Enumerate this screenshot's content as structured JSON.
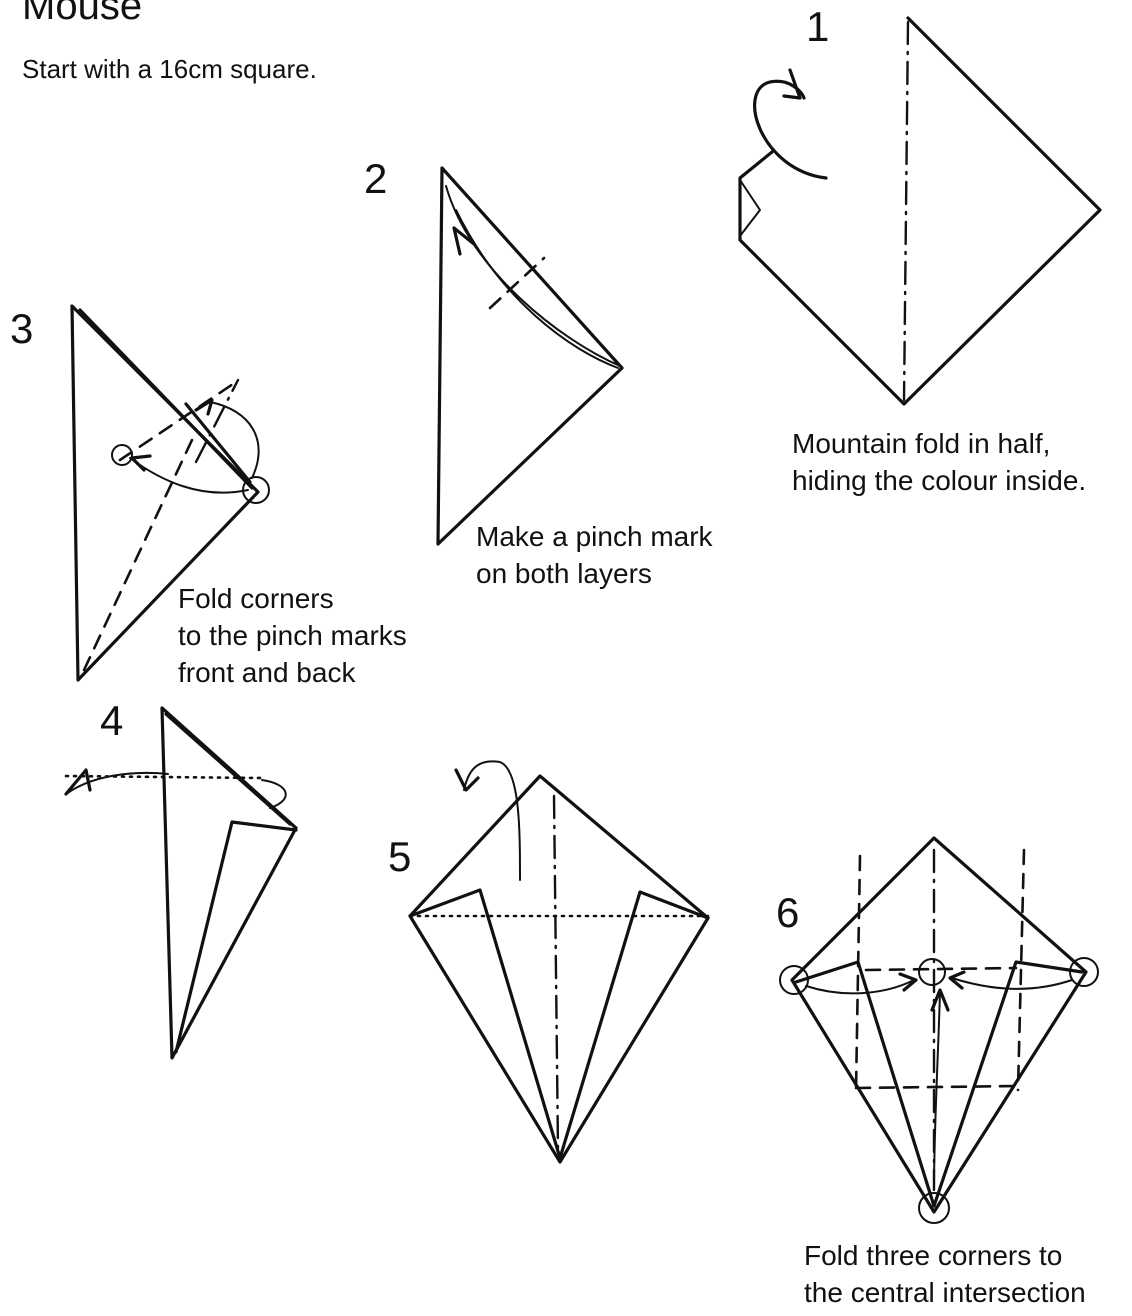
{
  "header": {
    "title": "Mouse",
    "subtitle": "Start with a 16cm square."
  },
  "steps": [
    {
      "number": "1",
      "caption": "Mountain fold in half,\nhiding the colour inside."
    },
    {
      "number": "2",
      "caption": "Make a pinch mark\non both layers"
    },
    {
      "number": "3",
      "caption": "Fold corners\nto the pinch marks\nfront and back"
    },
    {
      "number": "4",
      "caption": ""
    },
    {
      "number": "5",
      "caption": ""
    },
    {
      "number": "6",
      "caption": "Fold three corners to\nthe central intersection"
    }
  ]
}
